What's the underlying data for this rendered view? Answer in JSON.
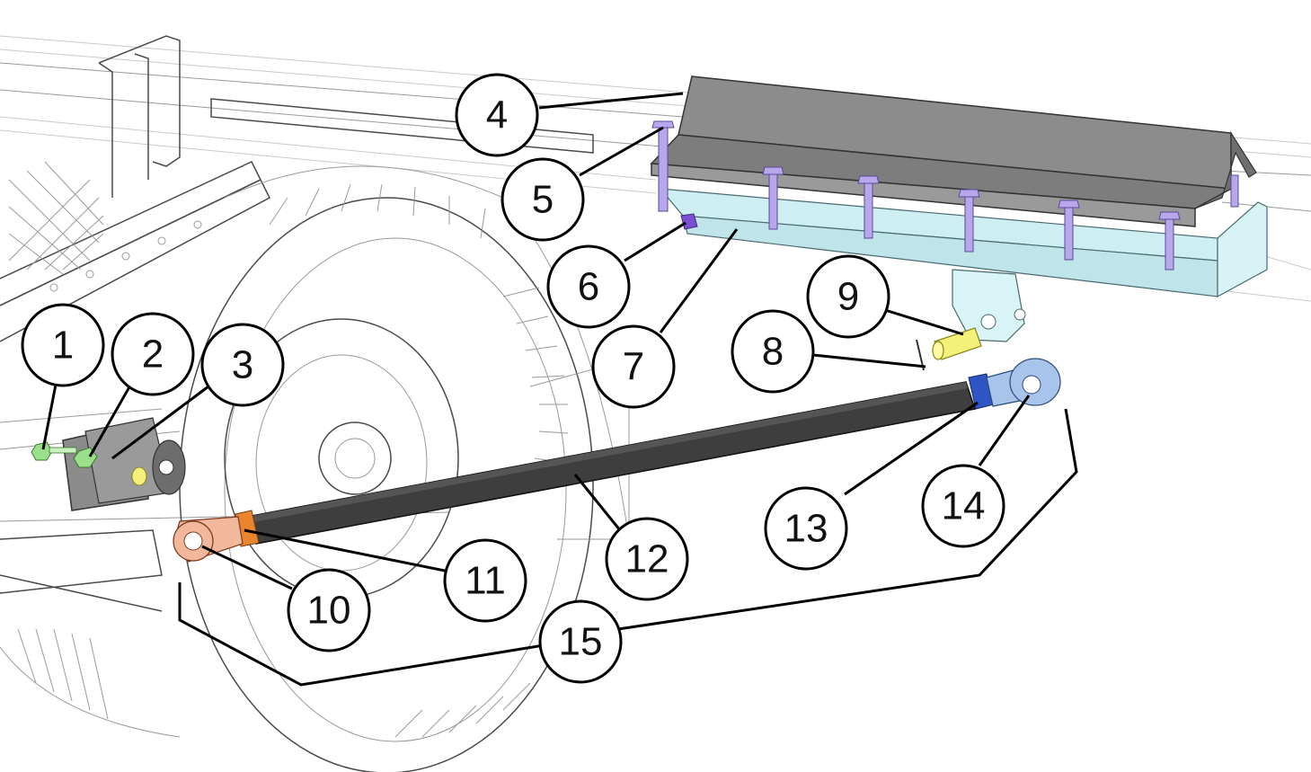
{
  "callouts": [
    {
      "id": "1",
      "label": "1"
    },
    {
      "id": "2",
      "label": "2"
    },
    {
      "id": "3",
      "label": "3"
    },
    {
      "id": "4",
      "label": "4"
    },
    {
      "id": "5",
      "label": "5"
    },
    {
      "id": "6",
      "label": "6"
    },
    {
      "id": "7",
      "label": "7"
    },
    {
      "id": "8",
      "label": "8"
    },
    {
      "id": "9",
      "label": "9"
    },
    {
      "id": "10",
      "label": "10"
    },
    {
      "id": "11",
      "label": "11"
    },
    {
      "id": "12",
      "label": "12"
    },
    {
      "id": "13",
      "label": "13"
    },
    {
      "id": "14",
      "label": "14"
    },
    {
      "id": "15",
      "label": "15"
    }
  ],
  "colors": {
    "channel": "#8c8c8c",
    "plate": "#cdeff2",
    "bolt": "#b9a7ec",
    "pin": "#f4f07a",
    "rod": "#3e3e3e",
    "end_left": "#f1b89b",
    "nut_left": "#e8852d",
    "end_right": "#a9c4ea",
    "nut_right": "#2f54c4",
    "bracket": "#8b8b8b",
    "nut_green": "#9adf8a"
  }
}
